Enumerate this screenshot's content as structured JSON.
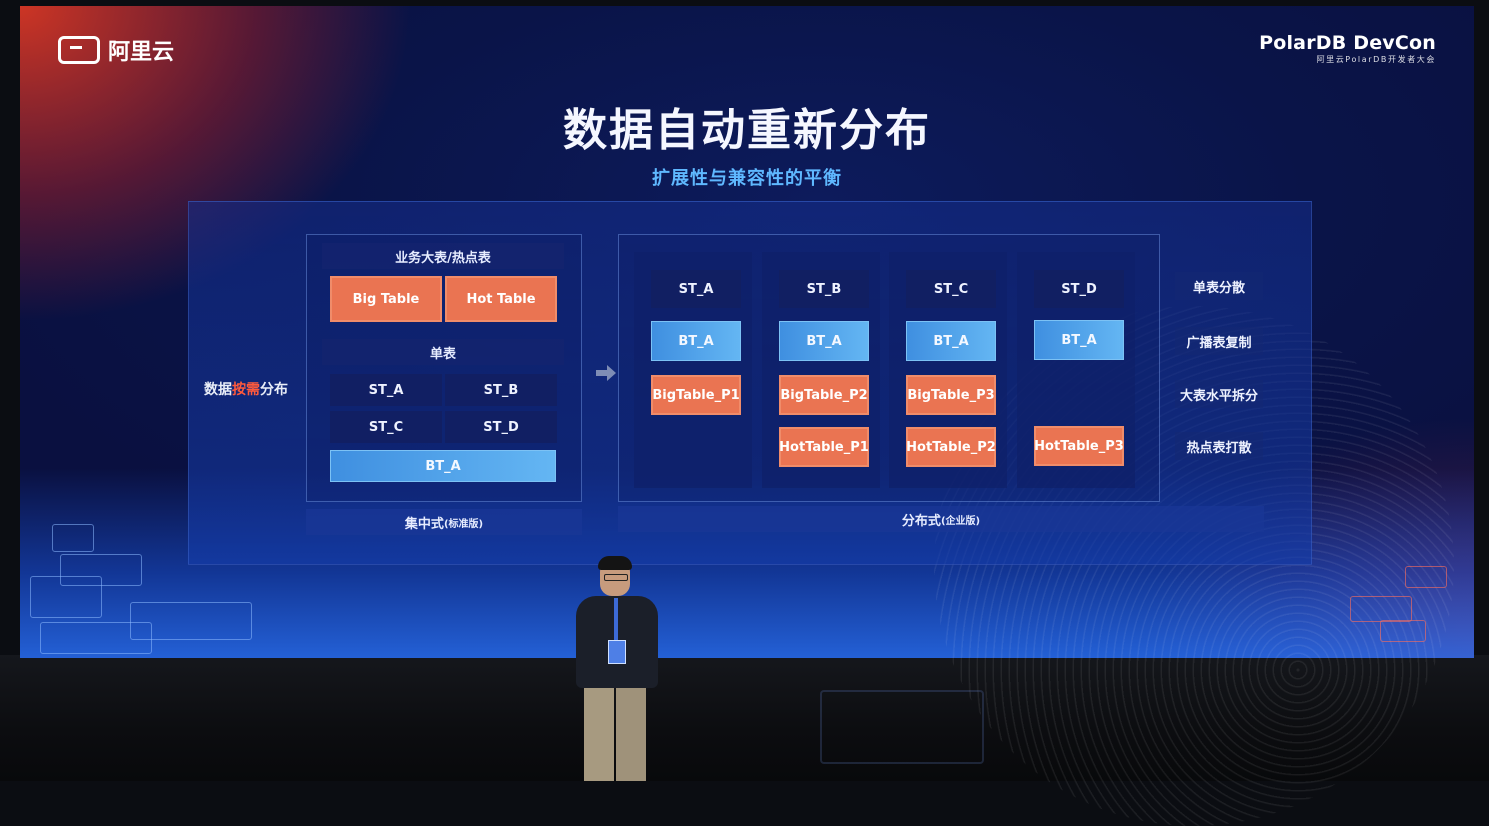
{
  "brand": {
    "left_logo_text": "阿里云",
    "right_logo_title": "PolarDB DevCon",
    "right_logo_subtitle": "阿里云PolarDB开发者大会"
  },
  "slide": {
    "title": "数据自动重新分布",
    "subtitle": "扩展性与兼容性的平衡",
    "side_label_prefix": "数据",
    "side_label_highlight": "按需",
    "side_label_suffix": "分布"
  },
  "central": {
    "header_business": "业务大表/热点表",
    "big_table": "Big Table",
    "hot_table": "Hot Table",
    "header_single": "单表",
    "st_a": "ST_A",
    "st_b": "ST_B",
    "st_c": "ST_C",
    "st_d": "ST_D",
    "bt_a": "BT_A",
    "footer_main": "集中式",
    "footer_note": "(标准版)"
  },
  "distributed": {
    "columns": [
      {
        "st": "ST_A",
        "bt": "BT_A",
        "big": "BigTable_P1",
        "hot": ""
      },
      {
        "st": "ST_B",
        "bt": "BT_A",
        "big": "BigTable_P2",
        "hot": "HotTable_P1"
      },
      {
        "st": "ST_C",
        "bt": "BT_A",
        "big": "BigTable_P3",
        "hot": "HotTable_P2"
      },
      {
        "st": "ST_D",
        "bt": "BT_A",
        "big": "",
        "hot": "HotTable_P3"
      }
    ],
    "row_labels": [
      "单表分散",
      "广播表复制",
      "大表水平拆分",
      "热点表打散"
    ],
    "footer_main": "分布式",
    "footer_note": "(企业版)"
  },
  "colors": {
    "orange": "#ea7452",
    "blue": "#4fa3ea",
    "subtitle": "#5fb8ff",
    "highlight": "#ff5a3c"
  },
  "icons": {
    "arrow": "right-arrow-icon",
    "logo": "aliyun-logo-icon"
  }
}
